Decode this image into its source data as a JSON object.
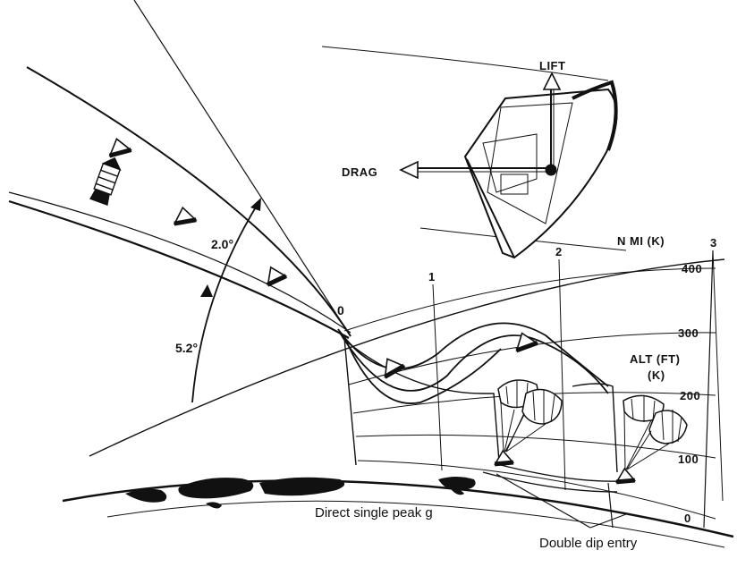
{
  "labels": {
    "lift": "LIFT",
    "drag": "DRAG",
    "angle_upper": "2.0°",
    "angle_lower": "5.2°",
    "entry_point": "0",
    "range_unit": "N MI (K)",
    "alt_unit_line1": "ALT (FT)",
    "alt_unit_line2": "(K)"
  },
  "range_ticks": [
    "1",
    "2",
    "3"
  ],
  "alt_ticks": [
    "400",
    "300",
    "200",
    "100",
    "0"
  ],
  "captions": {
    "direct": "Direct single peak g",
    "double_dip": "Double dip entry"
  },
  "colors": {
    "ink": "#111111",
    "paper": "#ffffff"
  },
  "icons": [
    "command-module-icon",
    "service-module-icon",
    "parachute-icon",
    "earth-landmass-icon",
    "arrow-up-icon",
    "arrow-left-icon"
  ]
}
